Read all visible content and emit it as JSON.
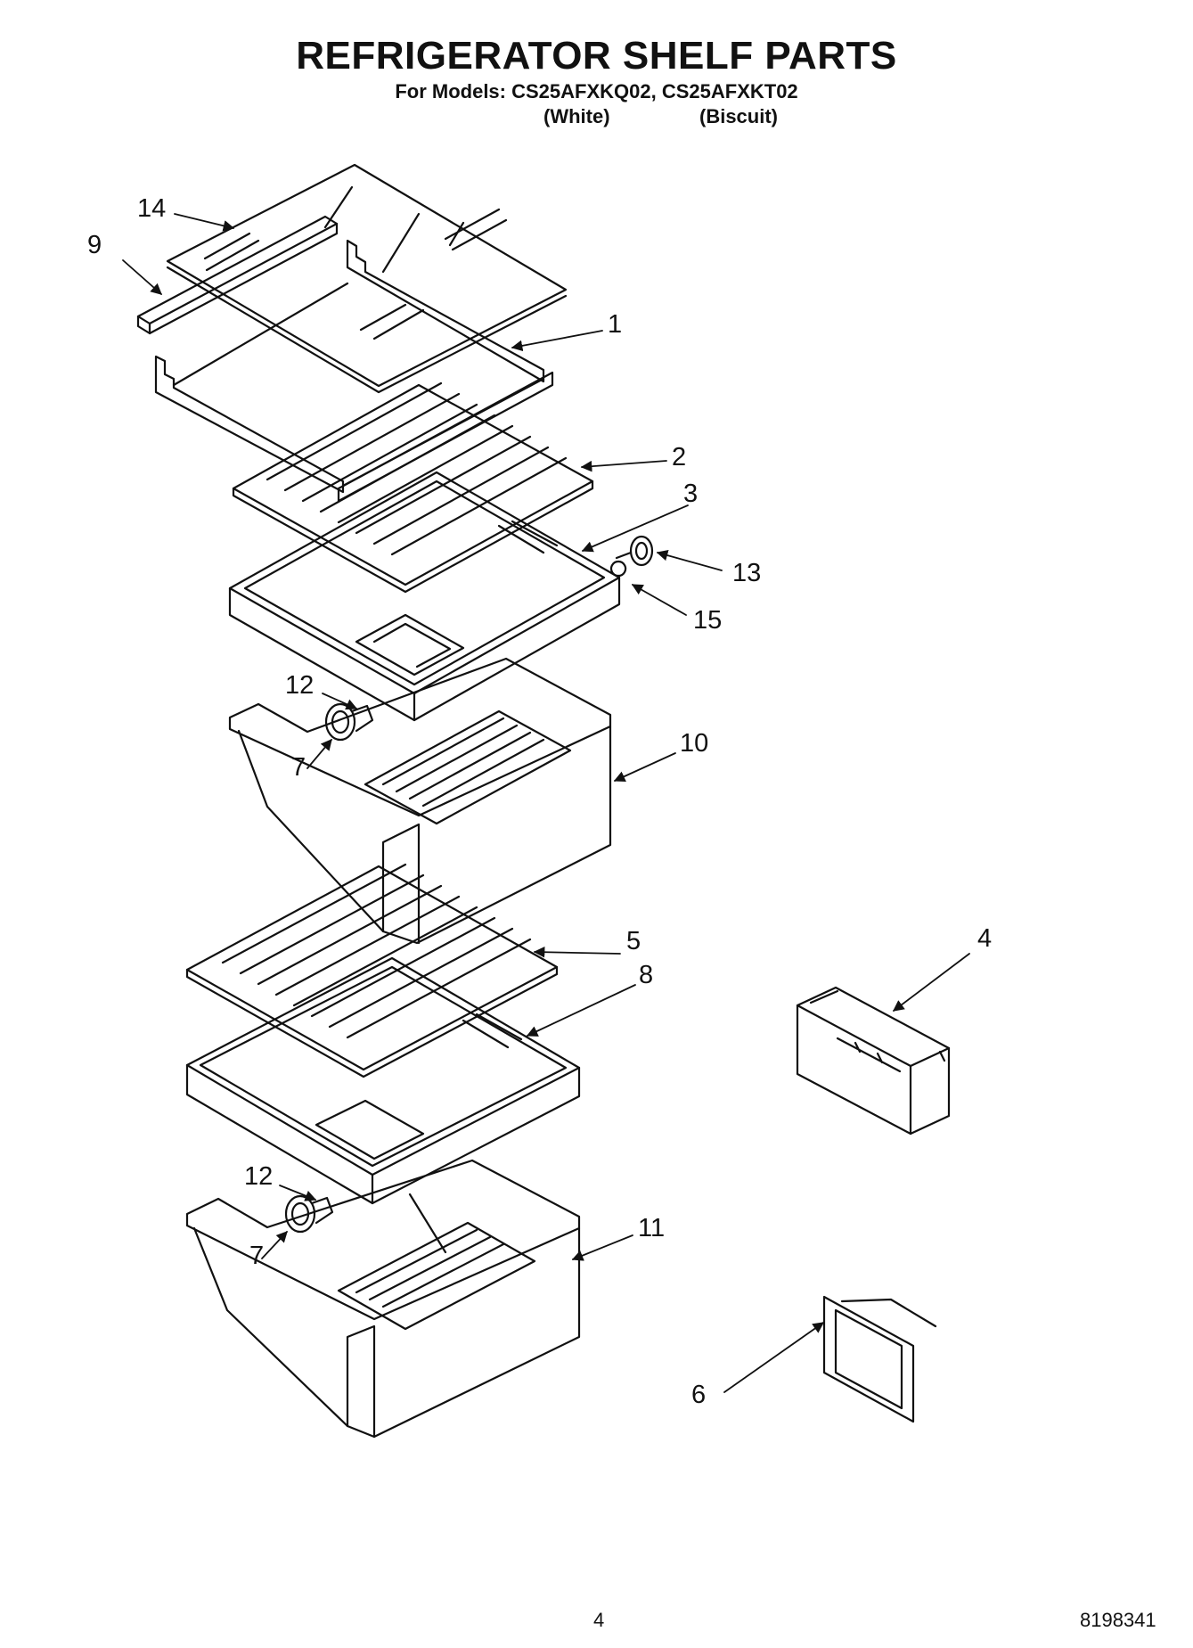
{
  "title": "REFRIGERATOR SHELF PARTS",
  "models_line": "For Models: CS25AFXKQ02, CS25AFXKT02",
  "variant_white": "(White)",
  "variant_biscuit": "(Biscuit)",
  "callouts": {
    "c1": "1",
    "c2": "2",
    "c3": "3",
    "c4": "4",
    "c5": "5",
    "c6": "6",
    "c7a": "7",
    "c7b": "7",
    "c8": "8",
    "c9": "9",
    "c10": "10",
    "c11": "11",
    "c12a": "12",
    "c12b": "12",
    "c13": "13",
    "c14": "14",
    "c15": "15"
  },
  "page_number": "4",
  "document_number": "8198341"
}
